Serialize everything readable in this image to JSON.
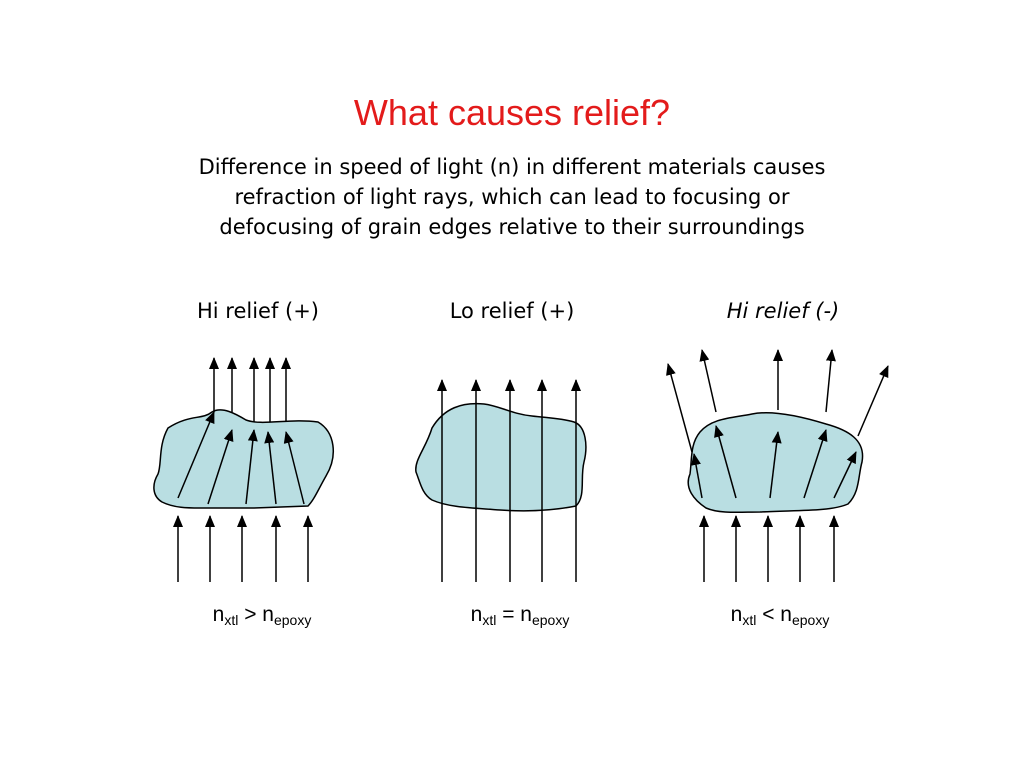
{
  "slide": {
    "title": "What causes relief?",
    "title_color": "#e31b1b",
    "body_lines": [
      "Difference in speed of light (n) in different materials causes",
      "refraction of light rays, which can lead to focusing or",
      "defocusing of grain edges relative to their surroundings"
    ]
  },
  "panels": [
    {
      "label": "Hi relief (+)",
      "italic": false,
      "relation": {
        "n": "n",
        "sub1": "xtl",
        "op": ">",
        "n2": "n",
        "sub2": "epoxy"
      }
    },
    {
      "label": "Lo relief (+)",
      "italic": false,
      "relation": {
        "n": "n",
        "sub1": "xtl",
        "op": "=",
        "n2": "n",
        "sub2": "epoxy"
      }
    },
    {
      "label": "Hi relief (-)",
      "italic": true,
      "relation": {
        "n": "n",
        "sub1": "xtl",
        "op": "<",
        "n2": "n",
        "sub2": "epoxy"
      }
    }
  ],
  "colors": {
    "grain_fill": "#b9dee2",
    "stroke": "#000000"
  }
}
